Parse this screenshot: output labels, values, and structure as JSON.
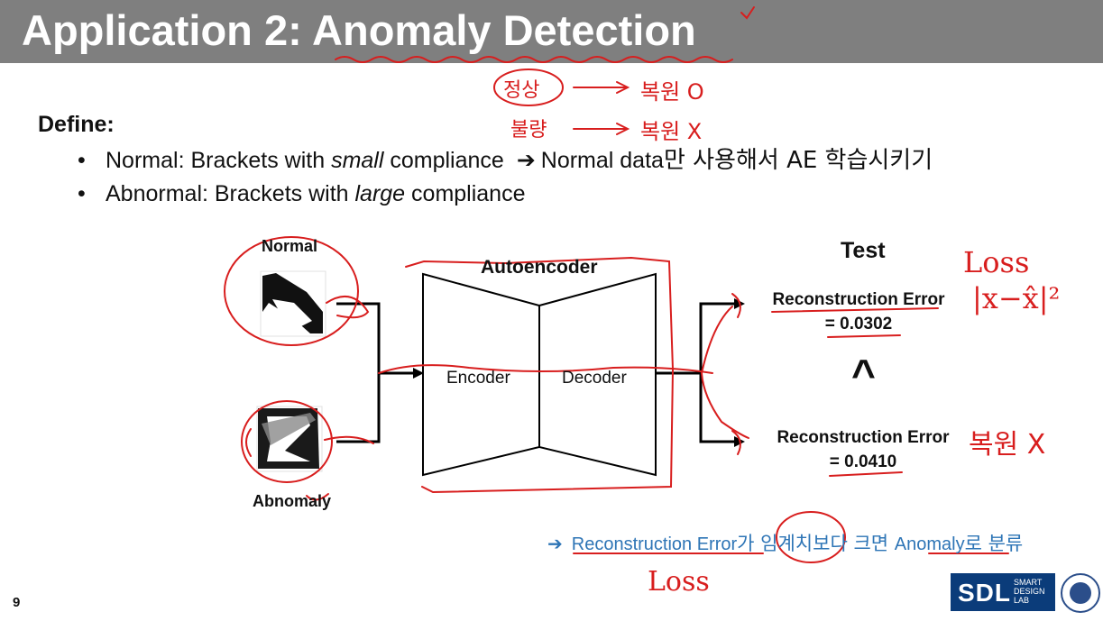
{
  "slide": {
    "title": "Application 2: Anomaly Detection",
    "define_label": "Define:",
    "bullets": [
      {
        "bullet": "•",
        "prefix": "Normal: Brackets with ",
        "emph": "small",
        "suffix": " compliance",
        "arrow": "➔",
        "note_en": "Normal data",
        "note_ko": "만 사용해서 AE 학습시키기"
      },
      {
        "bullet": "•",
        "prefix": "Abnormal: Brackets with ",
        "emph": "large",
        "suffix": " compliance"
      }
    ],
    "page_number": "9"
  },
  "diagram": {
    "normal_label": "Normal",
    "abnormal_label": "Abnomaly",
    "autoencoder_label": "Autoencoder",
    "encoder_label": "Encoder",
    "decoder_label": "Decoder",
    "test_label": "Test",
    "result_top": {
      "line1": "Reconstruction Error",
      "line2": "= 0.0302"
    },
    "comparison_symbol": "^",
    "result_bottom": {
      "line1": "Reconstruction Error",
      "line2": "= 0.0410"
    }
  },
  "conclusion": {
    "arrow": "➔",
    "text1": "Reconstruction Error",
    "text2": "가 임계치보다 크면 ",
    "text3": "Anomaly",
    "text4": "로 분류"
  },
  "annotations": {
    "normal_ko": "정상",
    "normal_result": "복원 O",
    "defect_ko": "불량",
    "defect_result": "복원 X",
    "loss_top": "Loss",
    "loss_formula": "|x−x̂|²",
    "bottom_result": "복원 X",
    "loss_bottom": "Loss"
  },
  "logo": {
    "text": "SDL",
    "line1": "SMART",
    "line2": "DESIGN",
    "line3": "LAB"
  },
  "colors": {
    "title_bar": "#7f7f7f",
    "ink": "#d81e1e",
    "link_blue": "#2e75b6",
    "logo_navy": "#0b3c7a"
  }
}
